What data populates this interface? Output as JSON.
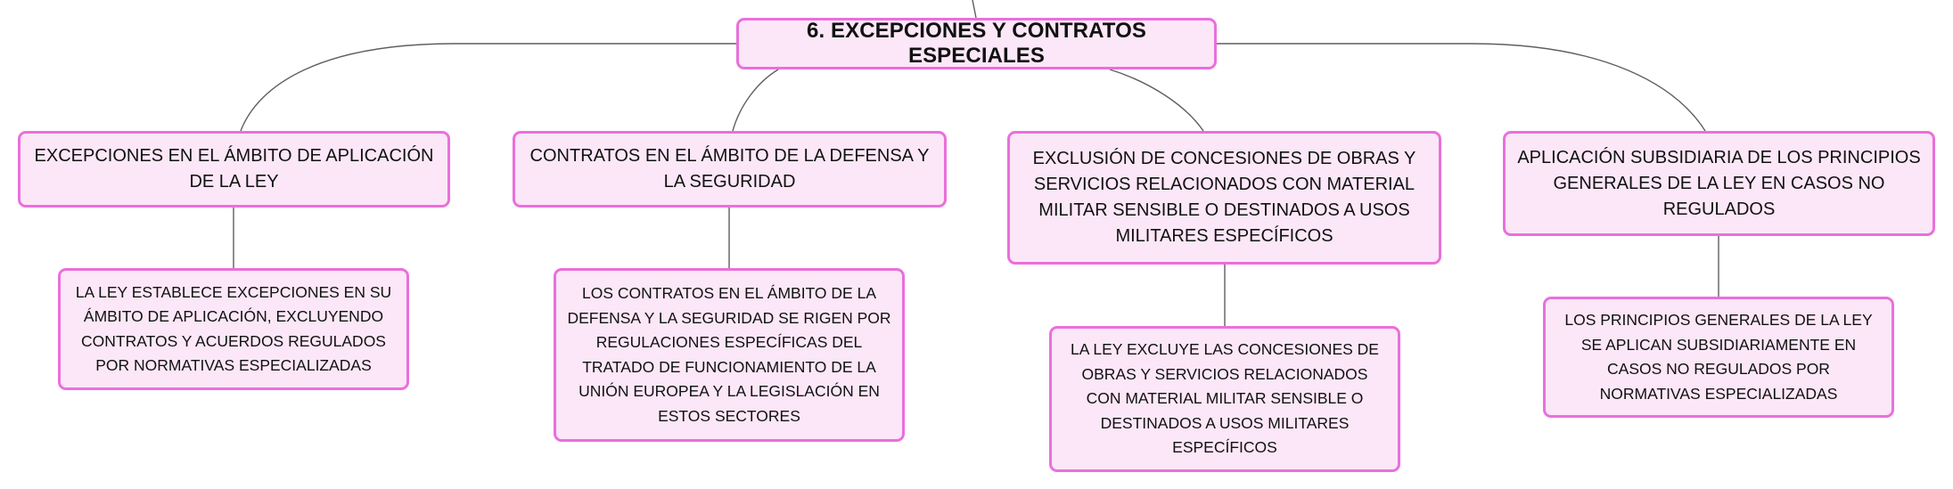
{
  "root": {
    "title": "6. EXCEPCIONES Y CONTRATOS ESPECIALES"
  },
  "topics": [
    {
      "label": "EXCEPCIONES EN EL ÁMBITO DE APLICACIÓN DE LA LEY",
      "detail": "LA LEY ESTABLECE EXCEPCIONES EN SU ÁMBITO DE APLICACIÓN, EXCLUYENDO CONTRATOS Y ACUERDOS REGULADOS POR NORMATIVAS ESPECIALIZADAS"
    },
    {
      "label": "CONTRATOS EN EL ÁMBITO DE LA DEFENSA Y LA SEGURIDAD",
      "detail": "LOS CONTRATOS EN EL ÁMBITO DE LA DEFENSA Y LA SEGURIDAD SE RIGEN POR REGULACIONES ESPECÍFICAS DEL TRATADO DE FUNCIONAMIENTO DE LA UNIÓN EUROPEA Y LA LEGISLACIÓN EN ESTOS SECTORES"
    },
    {
      "label": "EXCLUSIÓN DE CONCESIONES DE OBRAS Y SERVICIOS RELACIONADOS CON MATERIAL MILITAR SENSIBLE O DESTINADOS A USOS MILITARES ESPECÍFICOS",
      "detail": "LA LEY EXCLUYE LAS CONCESIONES DE OBRAS Y SERVICIOS RELACIONADOS CON MATERIAL MILITAR SENSIBLE O DESTINADOS A USOS MILITARES ESPECÍFICOS"
    },
    {
      "label": "APLICACIÓN SUBSIDIARIA DE LOS PRINCIPIOS GENERALES DE LA LEY EN CASOS NO REGULADOS",
      "detail": "LOS PRINCIPIOS GENERALES DE LA LEY SE APLICAN SUBSIDIARIAMENTE EN CASOS NO REGULADOS POR NORMATIVAS ESPECIALIZADAS"
    }
  ],
  "colors": {
    "node_fill": "#fbe7f7",
    "node_border": "#ea6fdc",
    "connector": "#5f5f5f",
    "text": "#111111"
  }
}
